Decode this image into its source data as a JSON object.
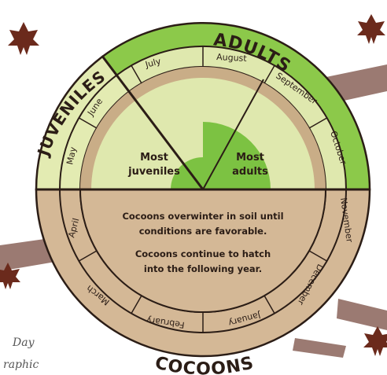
{
  "colors": {
    "juvenile_light": "#e3ebb2",
    "adult_green": "#8cc94a",
    "adult_inner": "#dfe8ae",
    "adult_bright": "#7cc242",
    "cocoon_tan": "#d4b896",
    "inner_brown": "#c9ad87",
    "line": "#2b1d16",
    "branch": "#9b7a72",
    "leaf": "#6b2a1c"
  },
  "sections": {
    "juveniles": "JUVENILES",
    "adults": "ADULTS",
    "cocoons": "COCOONS"
  },
  "months": {
    "may": "May",
    "june": "June",
    "july": "July",
    "august": "August",
    "september": "September",
    "october": "October",
    "november": "November",
    "december": "December",
    "january": "January",
    "february": "February",
    "march": "March",
    "april": "April"
  },
  "center": {
    "most_juveniles_1": "Most",
    "most_juveniles_2": "juveniles",
    "most_adults_1": "Most",
    "most_adults_2": "adults",
    "cocoon_line1": "Cocoons overwinter in soil until",
    "cocoon_line2": "conditions are favorable.",
    "cocoon_line3": "Cocoons continue to hatch",
    "cocoon_line4": "into the following year."
  },
  "credit": {
    "line1": "Day",
    "line2": "raphic"
  }
}
